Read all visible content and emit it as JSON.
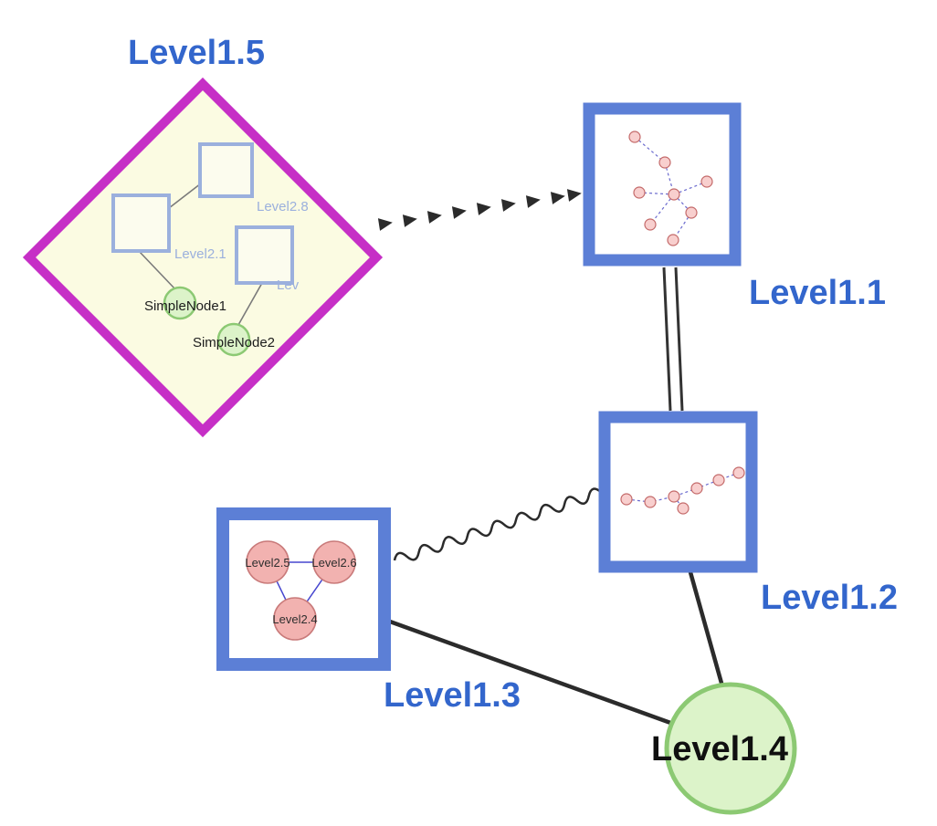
{
  "diagram": {
    "labels": {
      "level15": "Level1.5",
      "level11": "Level1.1",
      "level12": "Level1.2",
      "level13": "Level1.3",
      "level14": "Level1.4"
    },
    "level15_contents": {
      "square_top_label": "Level2.8",
      "square_left_label": "Level2.1",
      "square_right_label": "Lev",
      "green1_label": "SimpleNode1",
      "green2_label": "SimpleNode2"
    },
    "level13_contents": {
      "left_label": "Level2.5",
      "right_label": "Level2.6",
      "bottom_label": "Level2.4"
    },
    "colors": {
      "label_blue": "#3366cc",
      "group_border": "#5c7fd6",
      "inner_border": "#9bb0dd",
      "diamond_border": "#c62fc6",
      "diamond_fill": "#fbfbe2",
      "green_fill": "#dcf3c9",
      "green_stroke": "#8cc973",
      "pink_fill": "#f2b2b0",
      "pink_stroke": "#c97a7a",
      "edge_color": "#2b2b2b"
    }
  }
}
